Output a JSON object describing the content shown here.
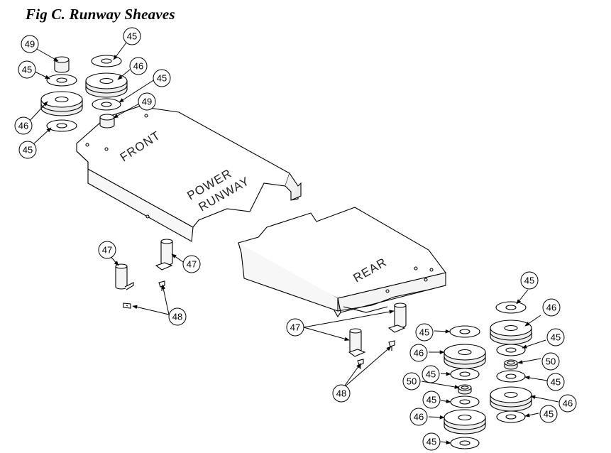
{
  "figure": {
    "title": "Fig C.  Runway Sheaves",
    "plate_labels": {
      "front": "FRONT",
      "power": "POWER",
      "runway": "RUNWAY",
      "rear": "REAR"
    }
  },
  "callouts": [
    {
      "id": "c1",
      "text": "49"
    },
    {
      "id": "c2",
      "text": "45"
    },
    {
      "id": "c3",
      "text": "46"
    },
    {
      "id": "c4",
      "text": "45"
    },
    {
      "id": "c5",
      "text": "45"
    },
    {
      "id": "c6",
      "text": "46"
    },
    {
      "id": "c7",
      "text": "45"
    },
    {
      "id": "c8",
      "text": "49"
    },
    {
      "id": "c9",
      "text": "47"
    },
    {
      "id": "c10",
      "text": "47"
    },
    {
      "id": "c11",
      "text": "48"
    },
    {
      "id": "c12",
      "text": "47"
    },
    {
      "id": "c13",
      "text": "48"
    },
    {
      "id": "c14",
      "text": "45"
    },
    {
      "id": "c15",
      "text": "46"
    },
    {
      "id": "c16",
      "text": "45"
    },
    {
      "id": "c17",
      "text": "50"
    },
    {
      "id": "c18",
      "text": "45"
    },
    {
      "id": "c19",
      "text": "46"
    },
    {
      "id": "c20",
      "text": "45"
    },
    {
      "id": "c21",
      "text": "45"
    },
    {
      "id": "c22",
      "text": "46"
    },
    {
      "id": "c23",
      "text": "45"
    },
    {
      "id": "c24",
      "text": "50"
    },
    {
      "id": "c25",
      "text": "45"
    },
    {
      "id": "c26",
      "text": "46"
    },
    {
      "id": "c27",
      "text": "45"
    }
  ]
}
